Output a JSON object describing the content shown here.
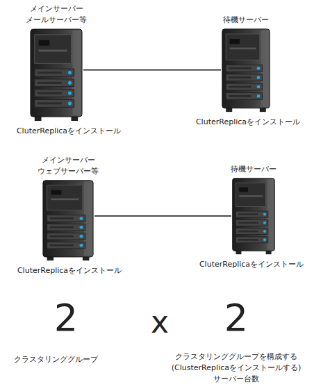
{
  "diagram": {
    "nodes": [
      {
        "text": [
          "メインサーバー メールサーバー等",
          "CluterReplicaをインストール"
        ]
      },
      {
        "text": [
          "待機サーバー",
          "CluterReplicaをインストール"
        ]
      },
      {
        "text": [
          "メインサーバー ウェブサーバー等",
          "CluterReplicaをインストール"
        ]
      },
      {
        "text": [
          "待機サーバー",
          "CluterReplicaをインストール"
        ]
      }
    ],
    "edges": [
      {
        "from": 0,
        "to": 1,
        "arrow": "none"
      },
      {
        "from": 2,
        "to": 3,
        "arrow": "none"
      }
    ],
    "labels": [
      "2",
      "x",
      "2",
      "クラスタリンググループ",
      "クラスタリンググループを構成する (ClusterReplicaをインストールする) サーバー台数"
    ]
  }
}
